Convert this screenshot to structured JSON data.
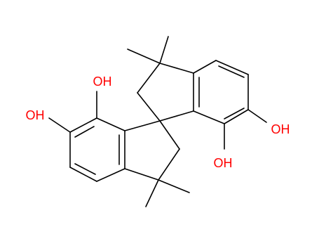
{
  "molecule": {
    "hydroxyl_label": "OH",
    "colors": {
      "heteroatom": "#ff0000",
      "bond": "#000000",
      "background": "#ffffff"
    },
    "atoms": [
      {
        "id": "oh-upper-left-top",
        "label": "OH"
      },
      {
        "id": "oh-upper-left-side",
        "label": "OH"
      },
      {
        "id": "oh-right-side",
        "label": "OH"
      },
      {
        "id": "oh-right-bottom",
        "label": "OH"
      }
    ]
  }
}
